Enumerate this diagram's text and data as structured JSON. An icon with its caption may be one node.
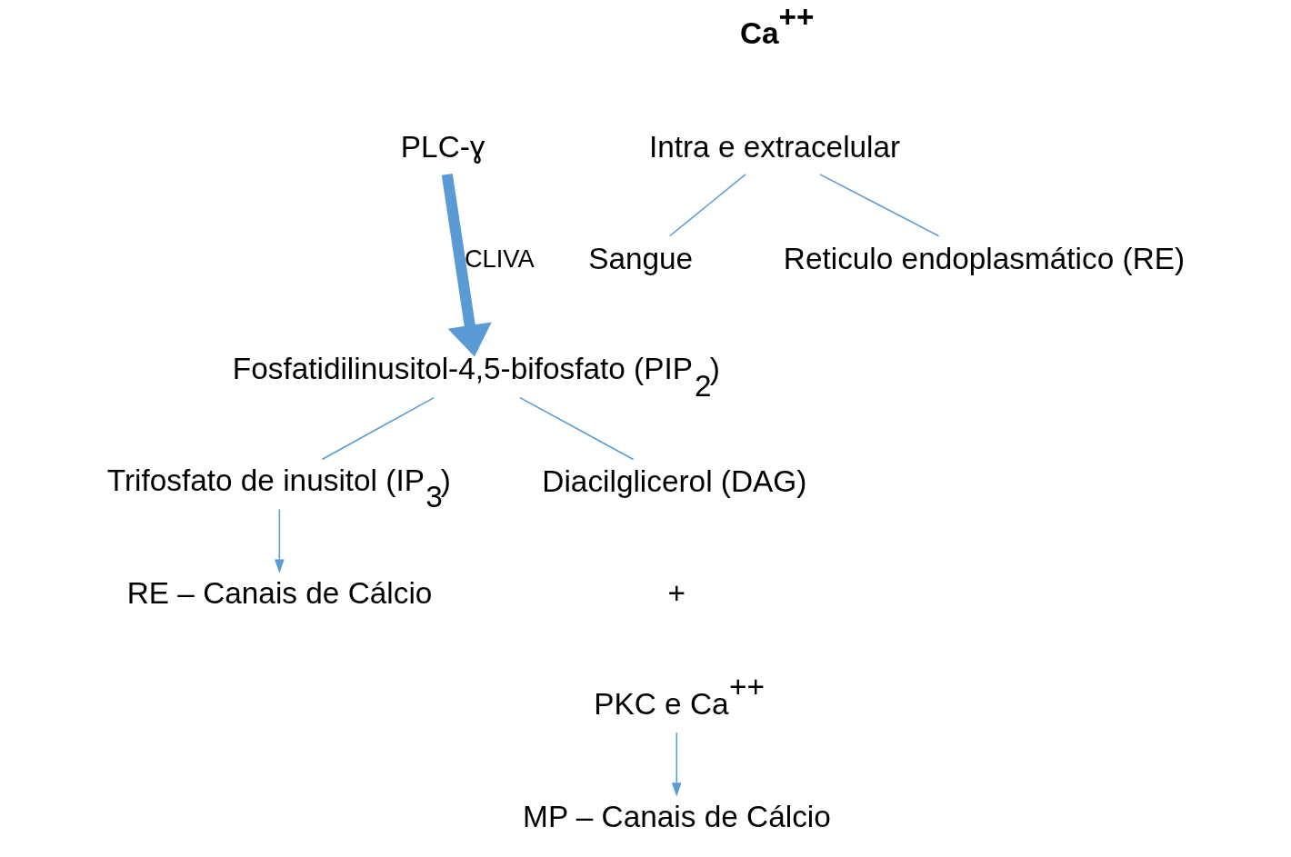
{
  "diagram": {
    "nodes": [
      {
        "text": [
          "Sangue"
        ]
      },
      {
        "text": [
          "Intra e extracelular"
        ]
      },
      {
        "text": [
          "Reticulo endoplasmático (RE)"
        ]
      },
      {
        "text": [
          "PLC-ɣ"
        ]
      },
      {
        "text": [
          "Fosfatidilinusitol-4,5-bifosfato (PIP$_{2}$)"
        ]
      },
      {
        "text": [
          "Trifosfato de inusitol (IP$_{3}$)"
        ]
      },
      {
        "text": [
          "Diacilglicerol (DAG)"
        ]
      },
      {
        "text": [
          "PKC e Ca$^{++}$"
        ]
      },
      {
        "text": [
          "RE – Canais de Cálcio"
        ]
      },
      {
        "text": [
          "MP – Canais de Cálcio"
        ]
      }
    ],
    "edges": [
      {
        "from": 1,
        "to": 0,
        "arrow": "none"
      },
      {
        "from": 1,
        "to": 2,
        "arrow": "none"
      },
      {
        "from": 3,
        "to": 4,
        "arrow": "to",
        "label": "CLIVA",
        "style": "thick"
      },
      {
        "from": 4,
        "to": 5,
        "arrow": "none"
      },
      {
        "from": 4,
        "to": 6,
        "arrow": "none"
      },
      {
        "from": 5,
        "to": 8,
        "arrow": "to"
      },
      {
        "from": 7,
        "to": 9,
        "arrow": "to"
      }
    ],
    "labels": [
      "Ca$^{++}$",
      "+"
    ]
  }
}
